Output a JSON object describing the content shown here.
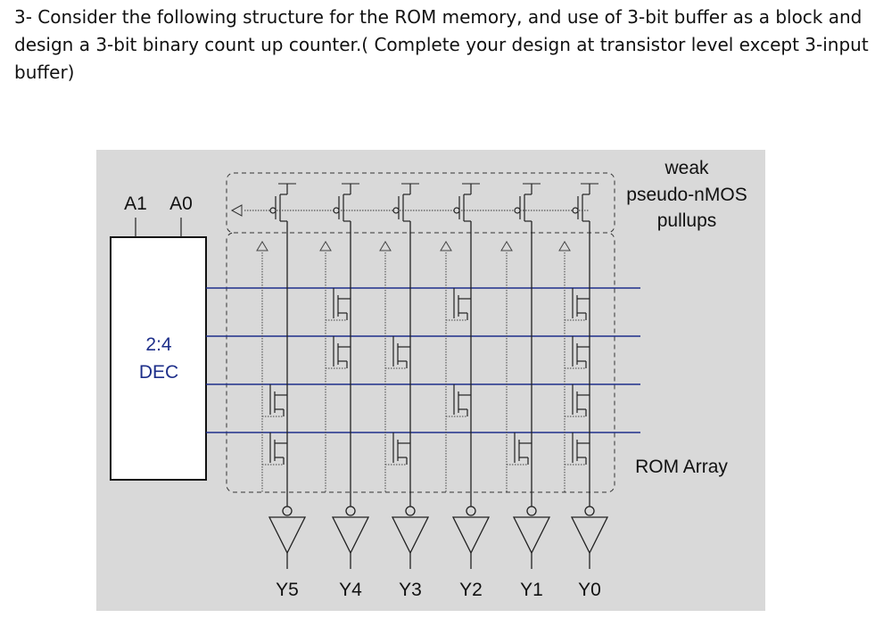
{
  "question": {
    "lines": [
      "3- Consider the following structure for the ROM memory, and use of 3-bit buffer as a block and",
      "design a 3-bit binary count up counter.( Complete your design at transistor level except 3-input",
      "buffer)"
    ]
  },
  "diagram": {
    "address_inputs": [
      "A1",
      "A0"
    ],
    "decoder_label": [
      "2:4",
      "DEC"
    ],
    "pullup_label": [
      "weak",
      "pseudo-nMOS",
      "pullups"
    ],
    "array_label": "ROM Array",
    "outputs": [
      "Y5",
      "Y4",
      "Y3",
      "Y2",
      "Y1",
      "Y0"
    ],
    "transistor_matrix": [
      [
        0,
        1,
        0,
        1,
        0,
        1
      ],
      [
        0,
        1,
        1,
        0,
        0,
        1
      ],
      [
        1,
        0,
        0,
        1,
        0,
        1
      ],
      [
        1,
        0,
        1,
        0,
        1,
        1
      ]
    ],
    "colors": {
      "background": "#d9d9d9",
      "word_line": "#1e2f8a",
      "wire": "#222222",
      "decoder_fill": "#ffffff"
    }
  }
}
